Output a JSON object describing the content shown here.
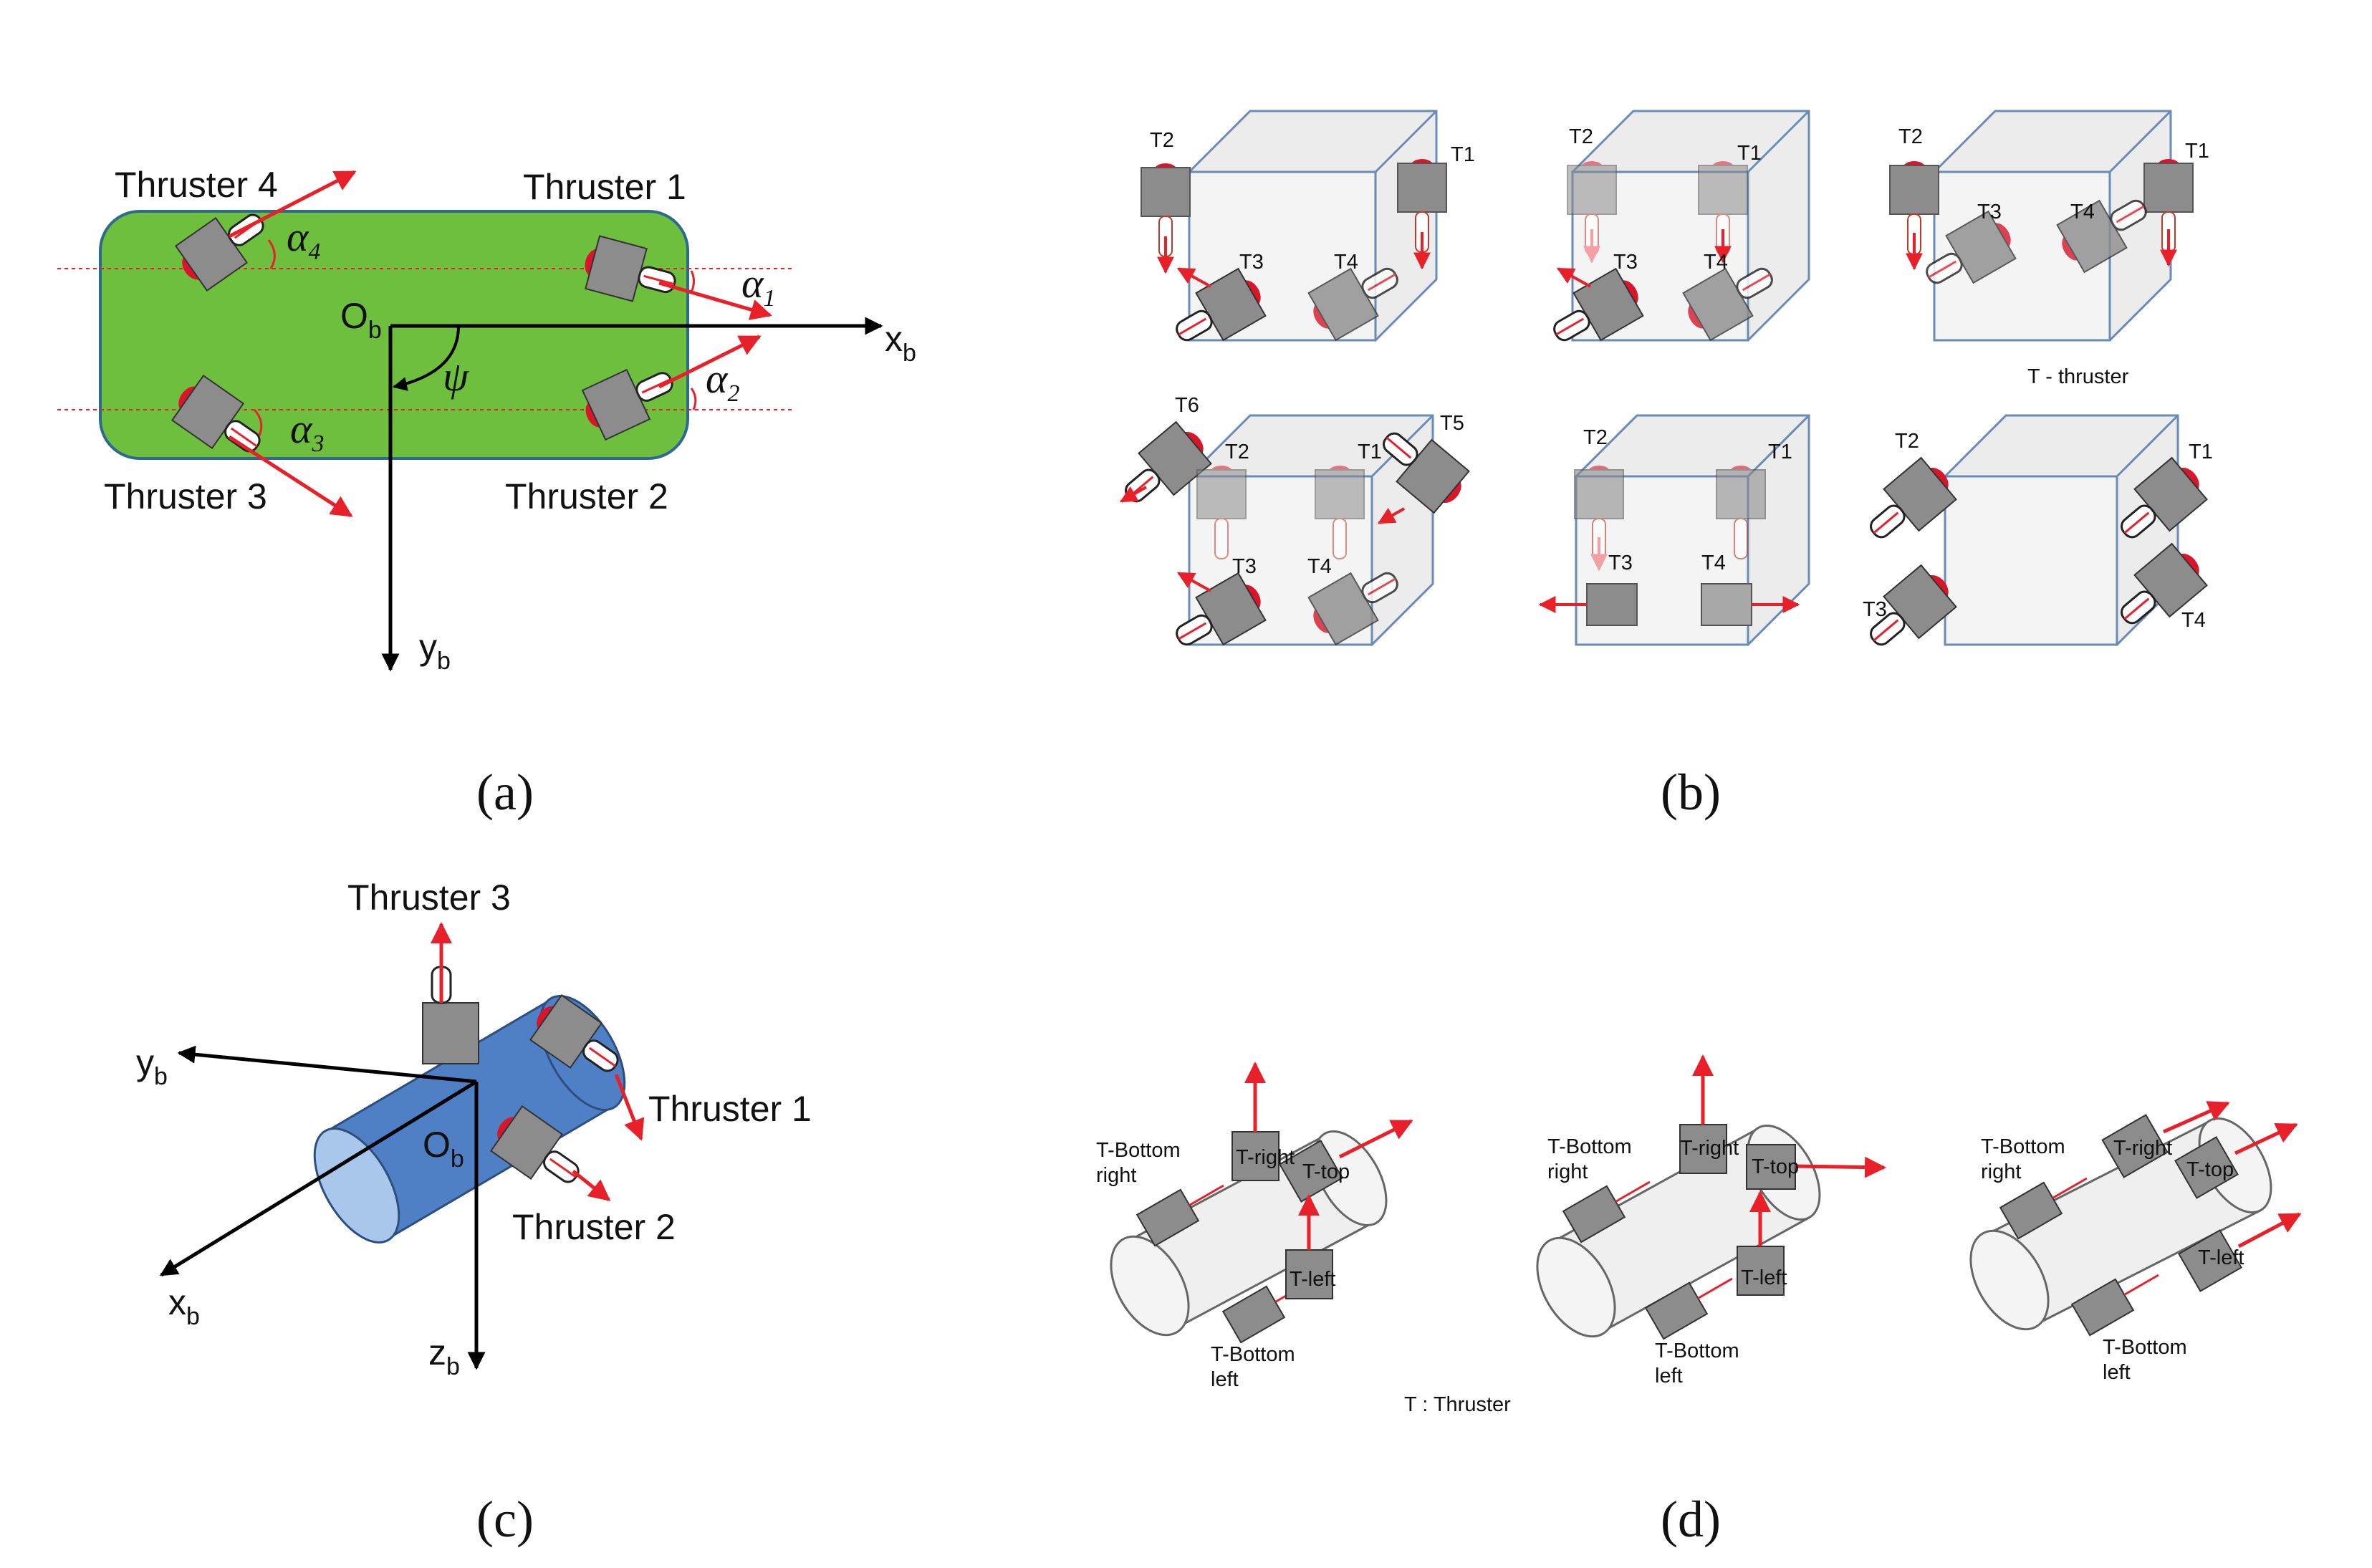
{
  "panel_a": {
    "thruster_1": "Thruster 1",
    "thruster_2": "Thruster 2",
    "thruster_3": "Thruster 3",
    "thruster_4": "Thruster 4",
    "origin": "O",
    "origin_sub": "b",
    "x_axis": "x",
    "x_sub": "b",
    "y_axis": "y",
    "y_sub": "b",
    "psi": "ψ",
    "alpha": "α",
    "alpha_subs": [
      "1",
      "2",
      "3",
      "4"
    ],
    "caption": "(a)"
  },
  "panel_b": {
    "t1": "T1",
    "t2": "T2",
    "t3": "T3",
    "t4": "T4",
    "t5": "T5",
    "t6": "T6",
    "legend": "T - thruster",
    "caption": "(b)"
  },
  "panel_c": {
    "thruster_1": "Thruster 1",
    "thruster_2": "Thruster 2",
    "thruster_3": "Thruster 3",
    "origin": "O",
    "origin_sub": "b",
    "x_axis": "x",
    "x_sub": "b",
    "y_axis": "y",
    "y_sub": "b",
    "z_axis": "z",
    "z_sub": "b",
    "caption": "(c)"
  },
  "panel_d": {
    "t_right": "T-right",
    "t_top": "T-top",
    "t_left": "T-left",
    "t_bottom": "T-Bottom",
    "right_word": "right",
    "left_word": "left",
    "legend": "T : Thruster",
    "caption": "(d)"
  },
  "colors": {
    "hull_green": "#6fbf3f",
    "cylinder_blue": "#4f7fc4",
    "thruster_gray": "#8c8c8c",
    "arrow_red": "#e8202a"
  }
}
